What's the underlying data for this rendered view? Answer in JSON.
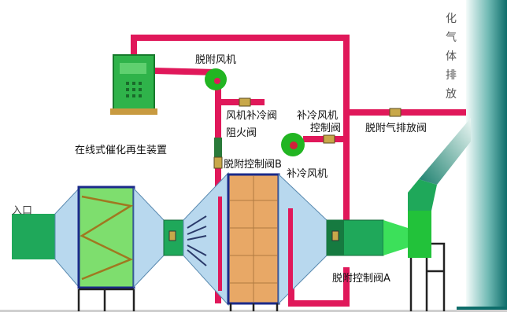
{
  "labels": {
    "desorption_fan": "脱附风机",
    "fan_cooling_valve": "风机补冷阀",
    "flame_arrester": "阻火阀",
    "cooling_fan_control_valve_1": "补冷风机",
    "cooling_fan_control_valve_2": "控制阀",
    "desorption_exhaust_valve": "脱附气排放阀",
    "catalytic_unit": "在线式催化再生装置",
    "desorption_valve_b": "脱附控制阀B",
    "cooling_fan": "补冷风机",
    "inlet": "入口",
    "desorption_valve_a": "脱附控制阀A",
    "stack_text": "化气体排放"
  },
  "colors": {
    "pipe": "#e0185a",
    "duct": "#1fa85a",
    "fan": "#22b522",
    "stack": "#1a8a86",
    "adsorbent": "#e8a866",
    "housing": "#b8d8ee"
  }
}
